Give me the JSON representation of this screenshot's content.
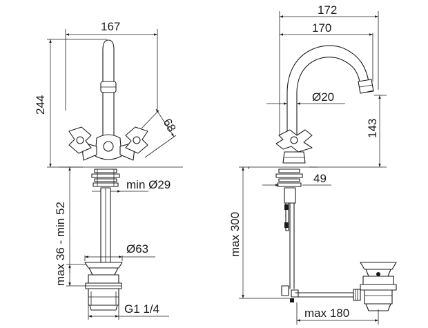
{
  "labels": {
    "front_width": "167",
    "front_height": "244",
    "handle_spread": "68",
    "min_hole": "min Ø29",
    "flange": "Ø63",
    "drain_range": "max 36 - min 52",
    "thread": "G1 1/4",
    "overall_width": "172",
    "reach": "170",
    "spout_diameter": "Ø20",
    "spout_height": "143",
    "rod_offset": "49",
    "max_length": "max 300",
    "max_reach": "max 180"
  }
}
